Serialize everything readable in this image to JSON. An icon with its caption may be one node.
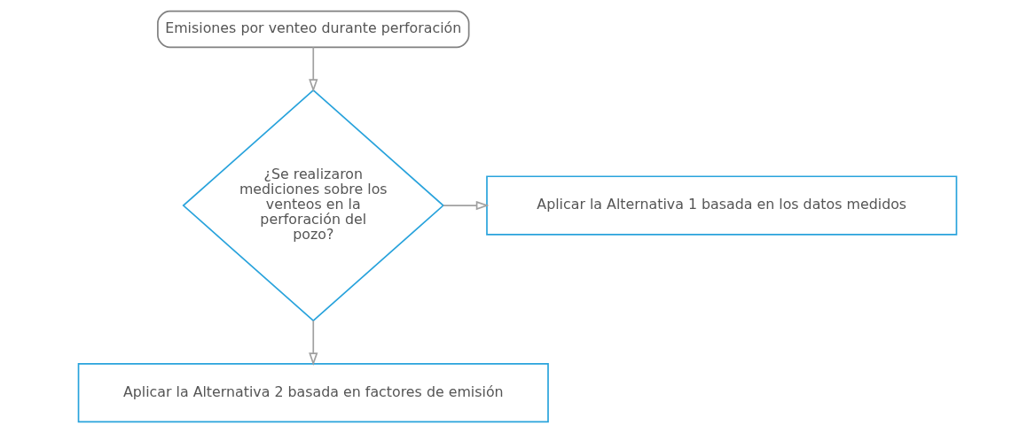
{
  "diagram": {
    "nodes": [
      {
        "text": [
          "Emisiones por venteo durante perforación"
        ]
      },
      {
        "text": [
          "¿Se realizaron mediciones sobre los venteos en la perforación del pozo?"
        ]
      },
      {
        "text": [
          "Aplicar la Alternativa 1 basada en los datos medidos"
        ]
      },
      {
        "text": [
          "Aplicar la Alternativa 2 basada en factores de emisión"
        ]
      }
    ],
    "edges": [
      {
        "from": 0,
        "to": 1,
        "arrow": "to"
      },
      {
        "from": 1,
        "to": 2,
        "arrow": "to"
      },
      {
        "from": 1,
        "to": 3,
        "arrow": "to"
      }
    ]
  }
}
